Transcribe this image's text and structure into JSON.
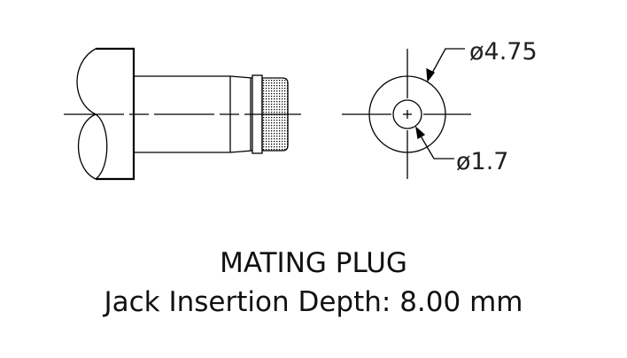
{
  "drawing": {
    "outer_diameter_label": "ø4.75",
    "inner_diameter_label": "ø1.7"
  },
  "caption": {
    "title": "MATING PLUG",
    "subtitle": "Jack Insertion Depth: 8.00 mm"
  }
}
